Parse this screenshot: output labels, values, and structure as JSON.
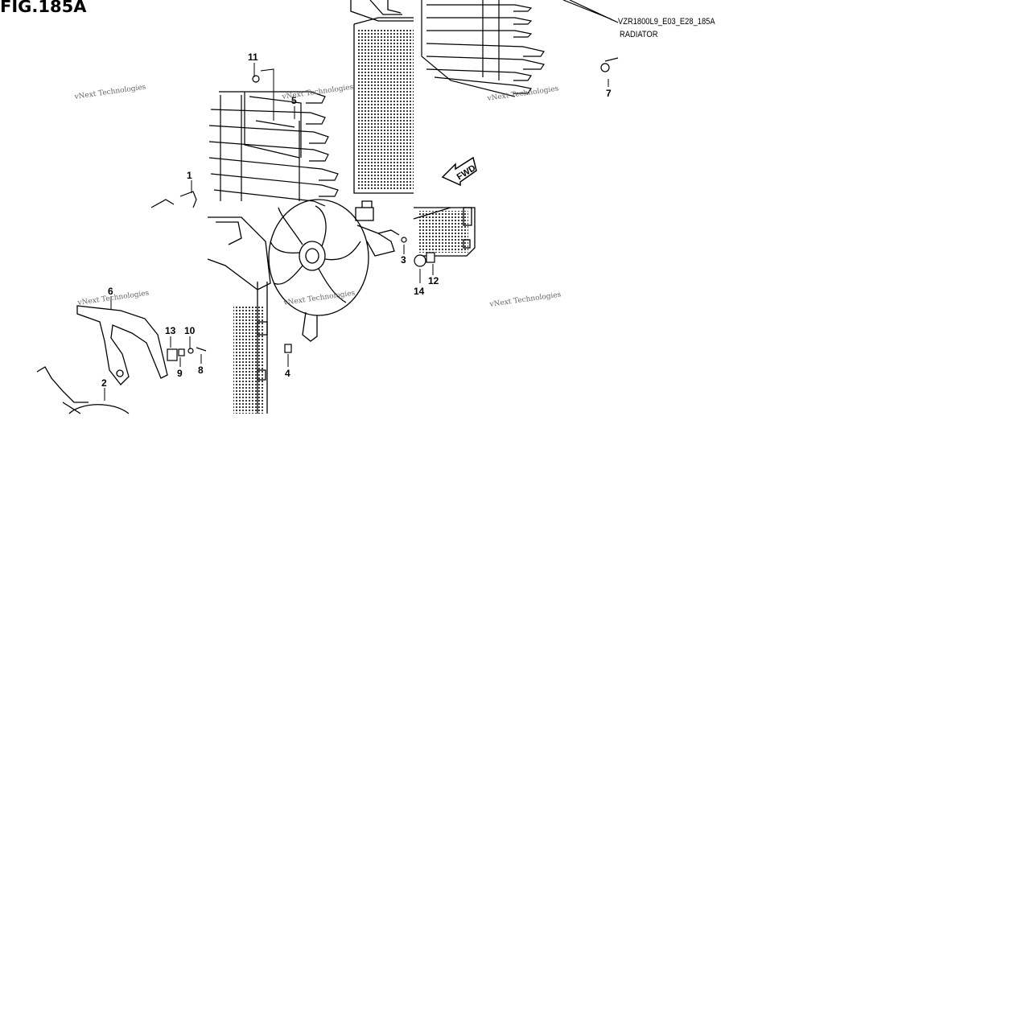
{
  "figure": {
    "title": "FIG.185A",
    "code": "VZR1800L9_E03_E28_185A",
    "subtitle": "RADIATOR"
  },
  "callouts": [
    {
      "id": "1",
      "label": "1"
    },
    {
      "id": "2",
      "label": "2"
    },
    {
      "id": "3",
      "label": "3"
    },
    {
      "id": "4",
      "label": "4"
    },
    {
      "id": "5",
      "label": "5"
    },
    {
      "id": "6",
      "label": "6"
    },
    {
      "id": "7",
      "label": "7"
    },
    {
      "id": "8",
      "label": "8"
    },
    {
      "id": "9",
      "label": "9"
    },
    {
      "id": "10",
      "label": "10"
    },
    {
      "id": "11",
      "label": "11"
    },
    {
      "id": "12",
      "label": "12"
    },
    {
      "id": "13",
      "label": "13"
    },
    {
      "id": "14",
      "label": "14"
    }
  ],
  "direction_arrow": {
    "label": "FWD"
  },
  "watermark": {
    "text": "vNext Technologies"
  },
  "colors": {
    "ink": "#000000",
    "background": "#ffffff",
    "watermark": "#666666"
  }
}
